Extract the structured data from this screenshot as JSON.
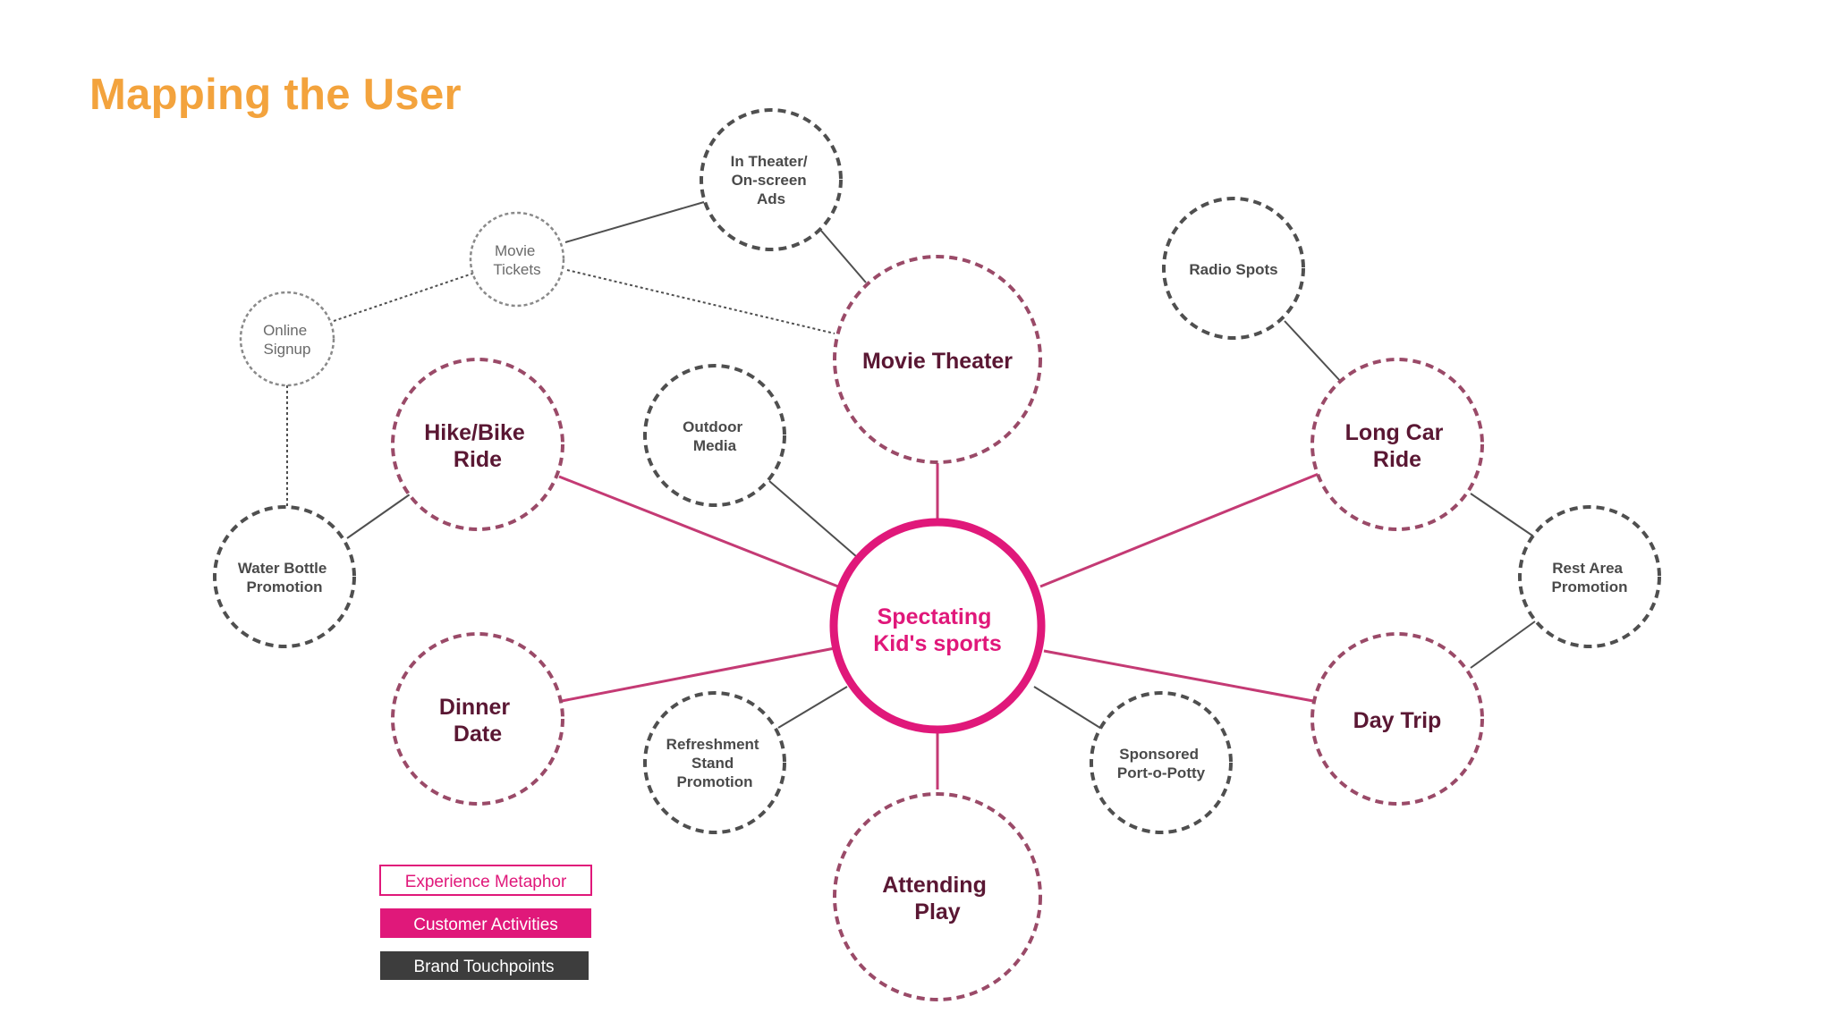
{
  "title": "Mapping the User",
  "center": {
    "lines": [
      "Spectating",
      "Kid's sports"
    ]
  },
  "metaphors": {
    "movie_theater": [
      "Movie Theater"
    ],
    "hike_bike": [
      "Hike/Bike",
      "Ride"
    ],
    "dinner_date": [
      "Dinner",
      "Date"
    ],
    "attending_play": [
      "Attending",
      "Play"
    ],
    "day_trip": [
      "Day Trip"
    ],
    "long_car": [
      "Long Car",
      "Ride"
    ]
  },
  "touchpoints": {
    "in_theater_ads": [
      "In Theater/",
      "On-screen",
      "Ads"
    ],
    "movie_tickets": [
      "Movie",
      "Tickets"
    ],
    "online_signup": [
      "Online",
      "Signup"
    ],
    "outdoor_media": [
      "Outdoor",
      "Media"
    ],
    "water_bottle": [
      "Water Bottle",
      "Promotion"
    ],
    "refreshment_stand": [
      "Refreshment",
      "Stand",
      "Promotion"
    ],
    "sponsored_potty": [
      "Sponsored",
      "Port-o-Potty"
    ],
    "radio_spots": [
      "Radio Spots"
    ],
    "rest_area": [
      "Rest Area",
      "Promotion"
    ]
  },
  "legend": {
    "experience_metaphor": "Experience Metaphor",
    "customer_activities": "Customer Activities",
    "brand_touchpoints": "Brand Touchpoints"
  },
  "colors": {
    "title": "#f3a33d",
    "center_ring": "#e0187a",
    "metaphor_ring": "#9a4a68",
    "metaphor_text": "#5a1733",
    "touchpoint_ring": "#4f4f4f",
    "spoke": "#c43a74",
    "legend_pink": "#e0187a",
    "legend_dark": "#3d3d3d"
  }
}
